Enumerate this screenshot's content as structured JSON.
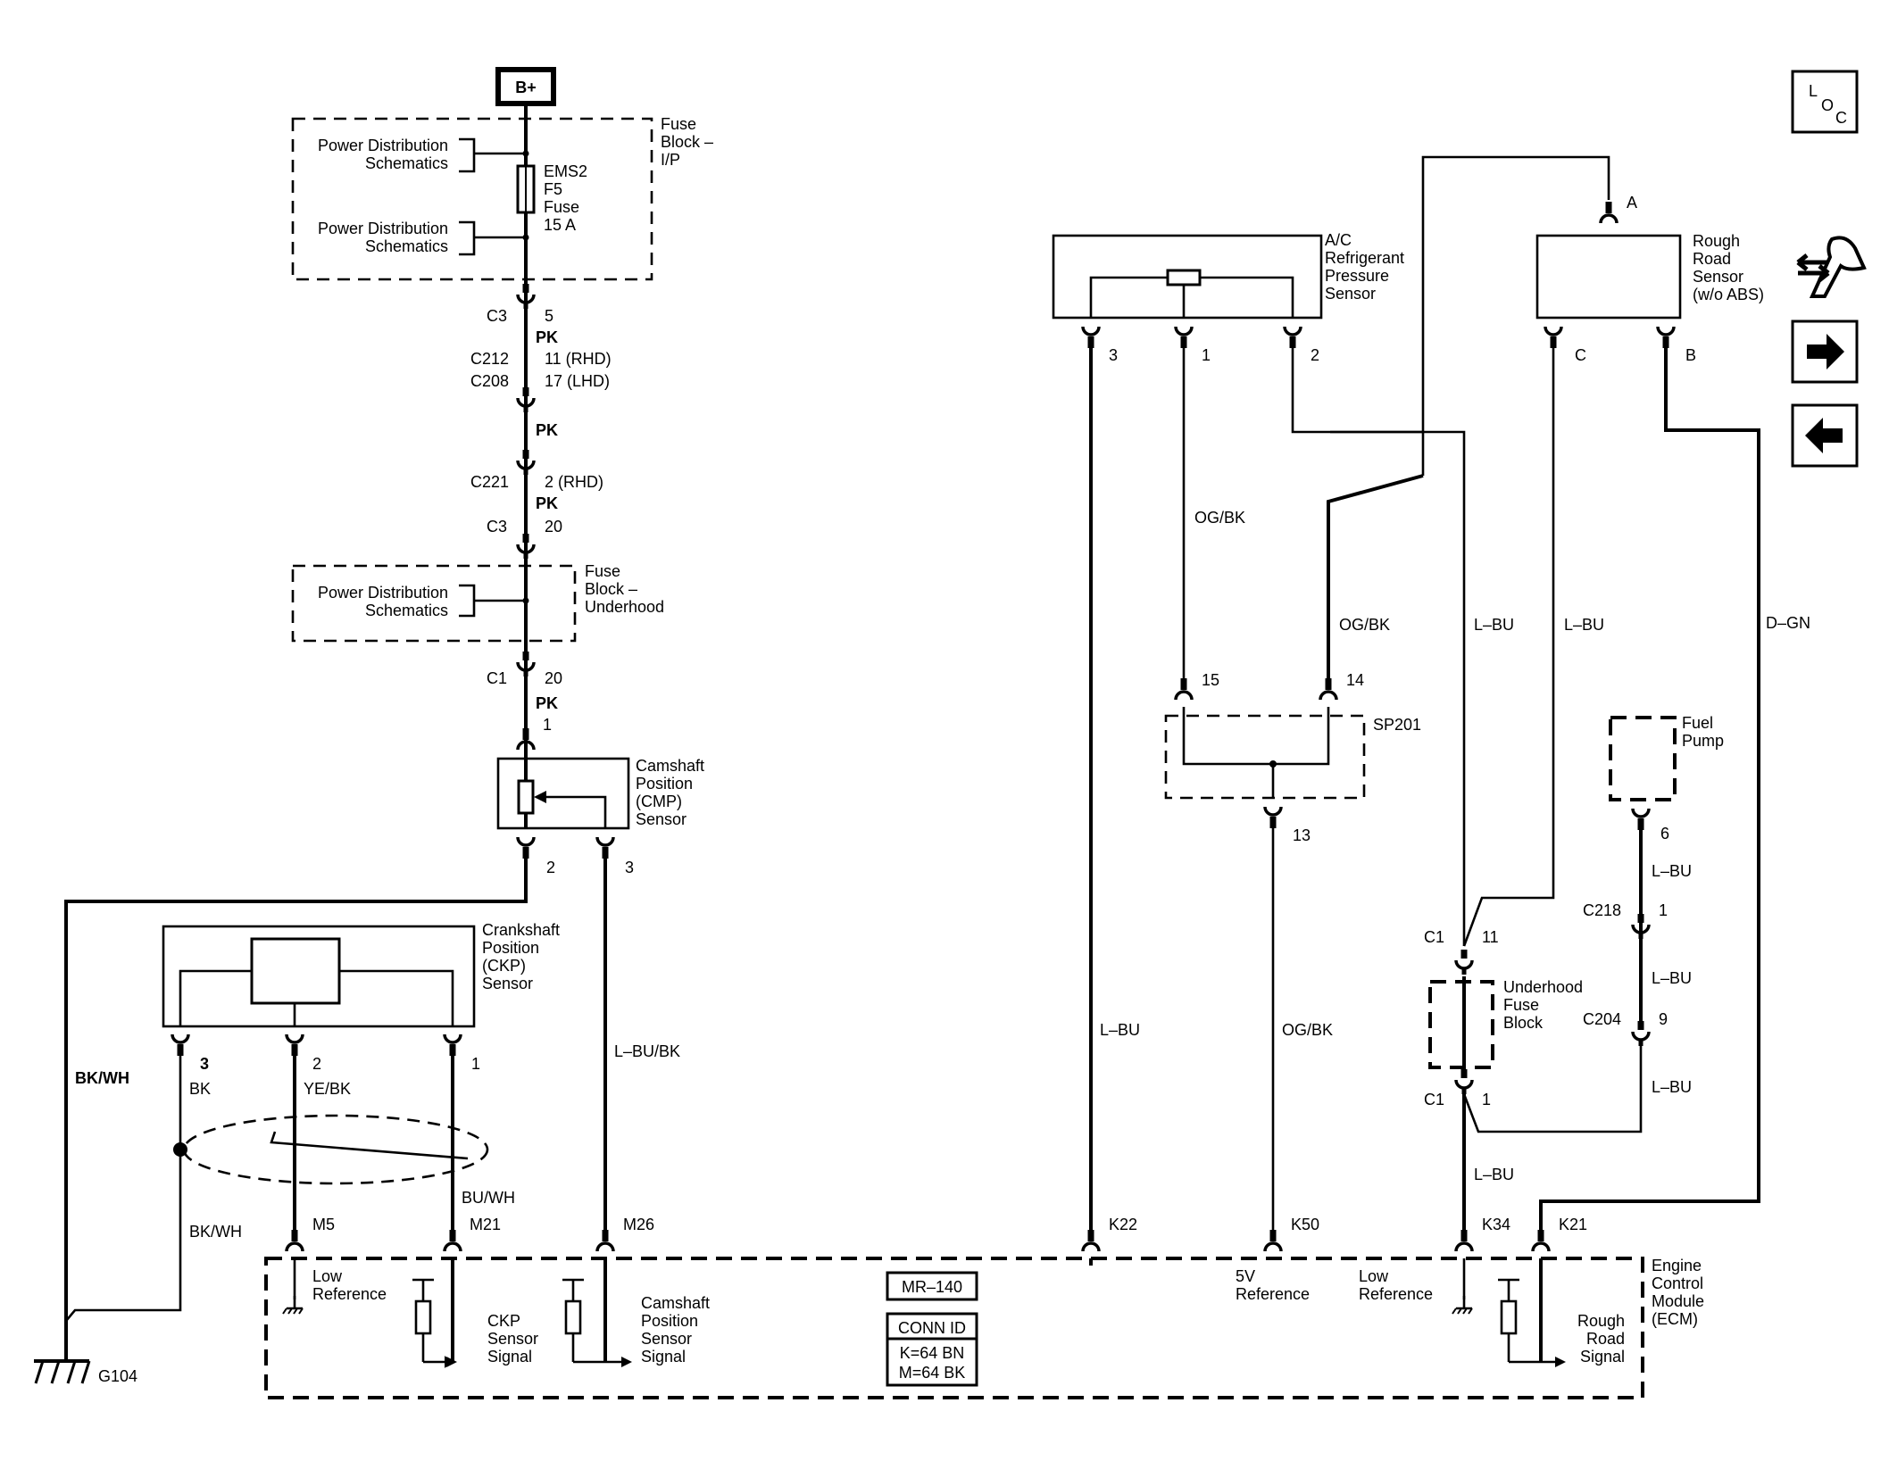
{
  "power": {
    "battery": "B+",
    "fuse_block_ip": [
      "Fuse",
      "Block –",
      "I/P"
    ],
    "fuse": [
      "EMS2",
      "F5",
      "Fuse",
      "15 A"
    ],
    "fuse_block_underhood": [
      "Fuse",
      "Block –",
      "Underhood"
    ],
    "pds": [
      "Power Distribution",
      "Schematics"
    ]
  },
  "wire_colors": {
    "pk": "PK",
    "ogbk": "OG/BK",
    "lbu": "L–BU",
    "dgn": "D–GN",
    "bkwh": "BK/WH",
    "bk": "BK",
    "yebk": "YE/BK",
    "buwh": "BU/WH",
    "lbubk": "L–BU/BK"
  },
  "connectors": {
    "c3": "C3",
    "c212": "C212",
    "c208": "C208",
    "c221": "C221",
    "c1": "C1",
    "c218": "C218",
    "c204": "C204",
    "sp201": "SP201",
    "g104": "G104",
    "p5": "5",
    "p11rhd": "11 (RHD)",
    "p17lhd": "17 (LHD)",
    "p2rhd": "2 (RHD)",
    "p20": "20",
    "p1": "1",
    "p2": "2",
    "p3": "3",
    "p15": "15",
    "p14": "14",
    "p13": "13",
    "p11": "11",
    "p6": "6",
    "p9": "9",
    "pA": "A",
    "pB": "B",
    "pC": "C"
  },
  "components": {
    "cmp": [
      "Camshaft",
      "Position",
      "(CMP)",
      "Sensor"
    ],
    "ckp": [
      "Crankshaft",
      "Position",
      "(CKP)",
      "Sensor"
    ],
    "ac": [
      "A/C",
      "Refrigerant",
      "Pressure",
      "Sensor"
    ],
    "rough": [
      "Rough",
      "Road",
      "Sensor",
      "(w/o ABS)"
    ],
    "fuel": [
      "Fuel",
      "Pump"
    ],
    "uhfb": [
      "Underhood",
      "Fuse",
      "Block"
    ],
    "ecm": [
      "Engine",
      "Control",
      "Module",
      "(ECM)"
    ]
  },
  "ecm_pins": {
    "m5": "M5",
    "m21": "M21",
    "m26": "M26",
    "k22": "K22",
    "k50": "K50",
    "k34": "K34",
    "k21": "K21"
  },
  "ecm_labels": {
    "low_ref": [
      "Low",
      "Reference"
    ],
    "ckp_sig": [
      "CKP",
      "Sensor",
      "Signal"
    ],
    "cmp_sig": [
      "Camshaft",
      "Position",
      "Sensor",
      "Signal"
    ],
    "ref5v": [
      "5V",
      "Reference"
    ],
    "rough_sig": [
      "Rough",
      "Road",
      "Signal"
    ]
  },
  "ecm_info": {
    "mr": "MR–140",
    "conn_id": "CONN ID",
    "k": "K=64 BN",
    "m": "M=64 BK"
  },
  "nav": {
    "loc": {
      "l": "L",
      "o": "O",
      "c": "C"
    }
  },
  "icons": [
    "loc-icon",
    "wrench-arrows-icon",
    "arrow-right-icon",
    "arrow-left-icon"
  ]
}
